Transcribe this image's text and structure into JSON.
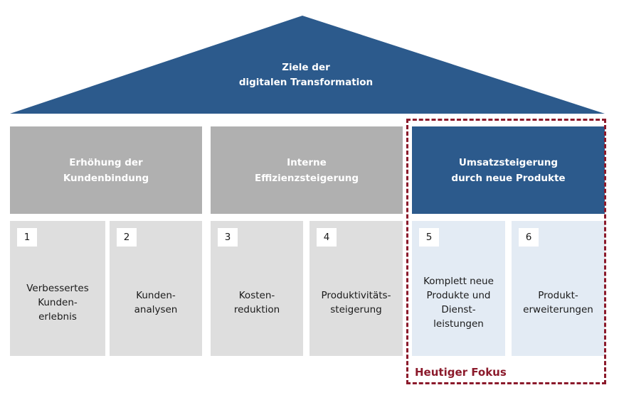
{
  "roof": {
    "line1": "Ziele der",
    "line2": "digitalen Transformation",
    "color": "#2c5a8c"
  },
  "pillars": [
    {
      "line1": "Erhöhung der",
      "line2": "Kundenbindung"
    },
    {
      "line1": "Interne",
      "line2": "Effizienzsteigerung"
    },
    {
      "line1": "Umsatzsteigerung",
      "line2": "durch neue Produkte"
    }
  ],
  "boxes": [
    {
      "number": "1",
      "lines": [
        "Verbessertes",
        "Kunden-",
        "erlebnis"
      ]
    },
    {
      "number": "2",
      "lines": [
        "Kunden-",
        "analysen"
      ]
    },
    {
      "number": "3",
      "lines": [
        "Kosten-",
        "reduktion"
      ]
    },
    {
      "number": "4",
      "lines": [
        "Produktivitäts-",
        "steigerung"
      ]
    },
    {
      "number": "5",
      "lines": [
        "Komplett neue",
        "Produkte und",
        "Dienst-",
        "leistungen"
      ]
    },
    {
      "number": "6",
      "lines": [
        "Produkt-",
        "erweiterungen"
      ]
    }
  ],
  "focus": {
    "label": "Heutiger Fokus",
    "color": "#8b1a2b"
  },
  "colors": {
    "dark_blue": "#2c5a8c",
    "grey_pillar": "#b0b0b0",
    "grey_box": "#dedede",
    "light_blue_box": "#e3ebf4"
  }
}
